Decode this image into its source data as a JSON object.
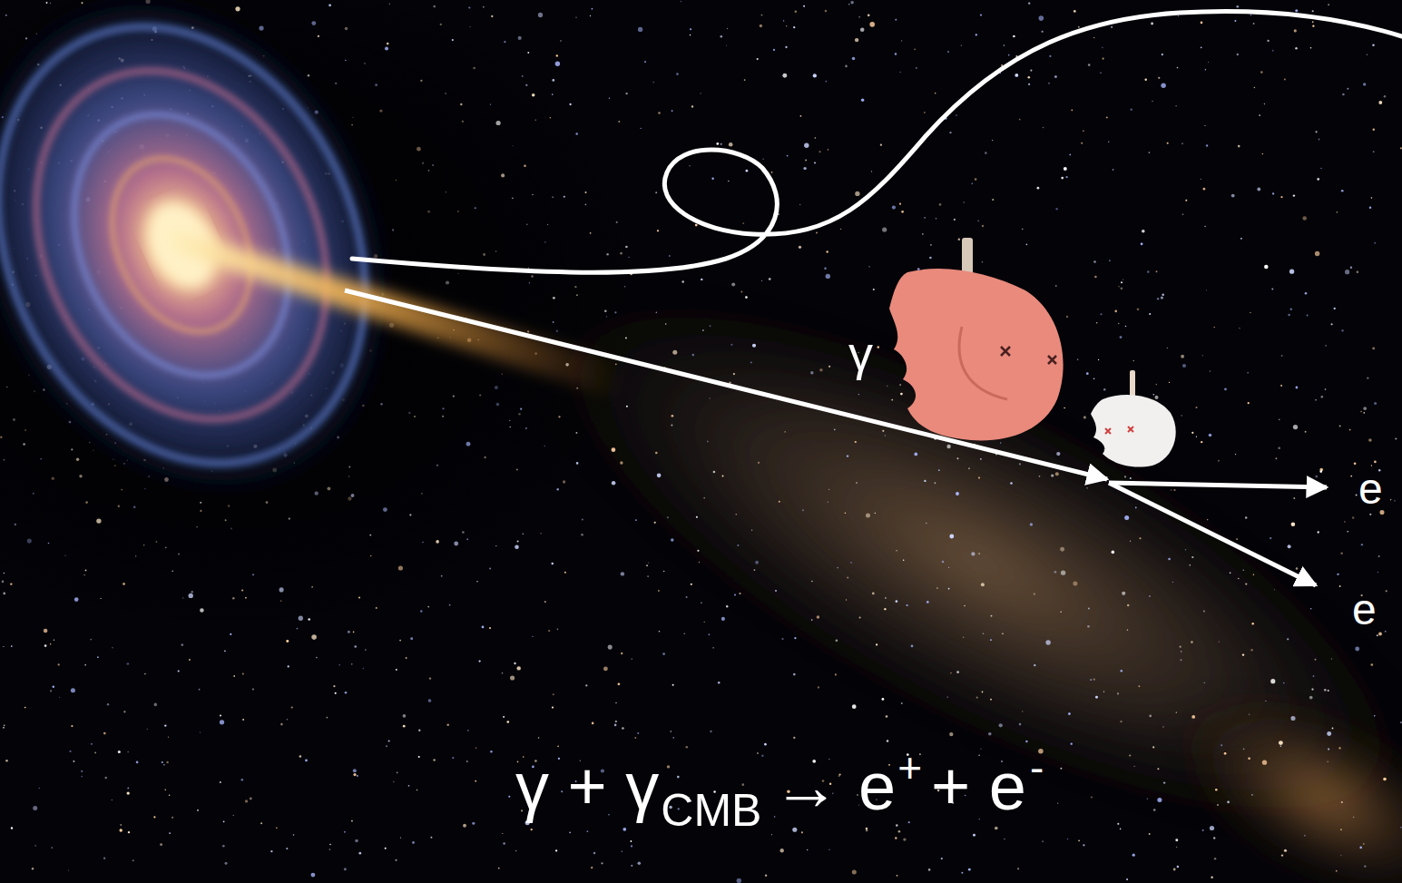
{
  "diagram": {
    "labels": [
      "γ",
      "e",
      "e",
      "γ + γ",
      "CMB",
      "→ e",
      "+",
      "+ e",
      "-"
    ]
  }
}
